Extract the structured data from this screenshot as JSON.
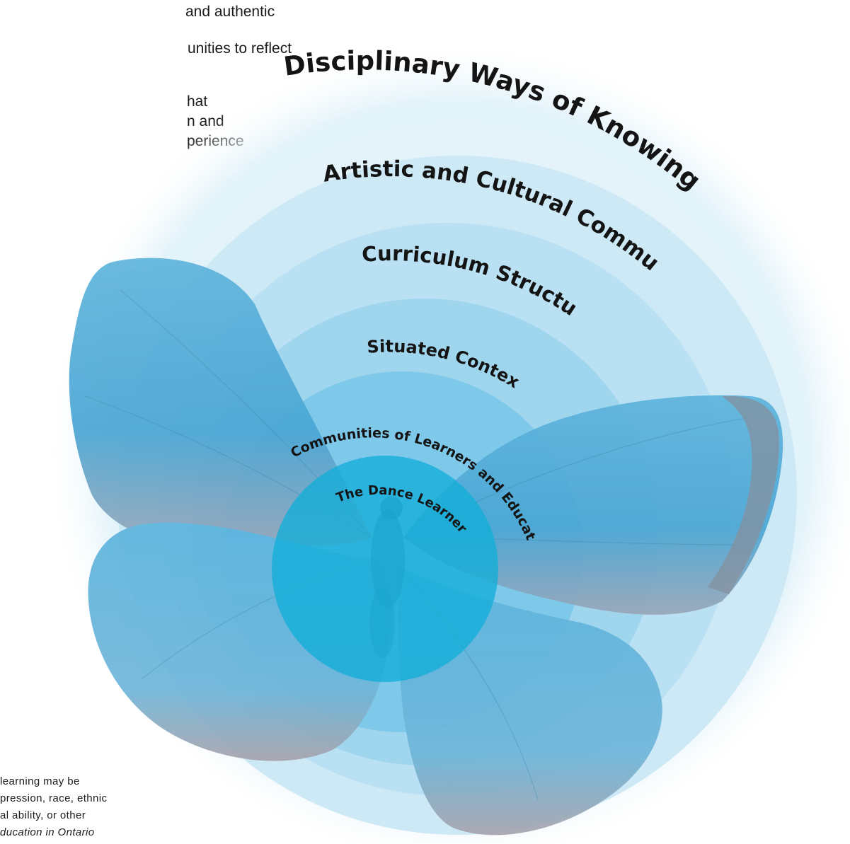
{
  "intro_fragments": [
    "and authentic",
    "unities to reflect",
    "hat",
    "n and",
    "perience"
  ],
  "footnote_fragments": [
    "learning may be",
    "pression, race, ethnic",
    "al ability, or other",
    "ducation in Ontario"
  ],
  "rings": [
    {
      "label": "Disciplinary Ways of Knowing and Being"
    },
    {
      "label": "Artistic and Cultural Communities"
    },
    {
      "label": "Curriculum Structures"
    },
    {
      "label": "Situated Contexts"
    },
    {
      "label": "Communities of Learners and Educators"
    },
    {
      "label": "The Dance Learner"
    }
  ],
  "colors": {
    "outer_ring": "#d9eef8",
    "middle_ring": "#a9daf0",
    "inner_ring": "#6cc6e8",
    "center_circle": "#1bb0d8",
    "butterfly_wing": "#62b6dc",
    "wing_edge": "#8a8f9a"
  },
  "illustration": "blue-morpho-butterfly"
}
